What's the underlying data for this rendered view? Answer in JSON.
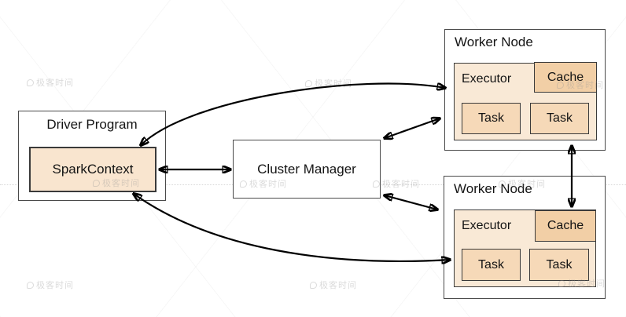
{
  "diagram": {
    "driver": {
      "label": "Driver Program",
      "spark_context": "SparkContext"
    },
    "cluster_manager": {
      "label": "Cluster Manager"
    },
    "workers": [
      {
        "label": "Worker Node",
        "executor_label": "Executor",
        "cache_label": "Cache",
        "tasks": [
          "Task",
          "Task"
        ]
      },
      {
        "label": "Worker Node",
        "executor_label": "Executor",
        "cache_label": "Cache",
        "tasks": [
          "Task",
          "Task"
        ]
      }
    ],
    "connections": [
      {
        "from": "SparkContext",
        "to": "Worker Node top / Executor",
        "style": "curved double-headed arrow"
      },
      {
        "from": "SparkContext",
        "to": "Cluster Manager",
        "style": "straight double-headed arrow"
      },
      {
        "from": "Cluster Manager",
        "to": "Worker Node top",
        "style": "diagonal double-headed arrow"
      },
      {
        "from": "Cluster Manager",
        "to": "Worker Node bottom",
        "style": "diagonal double-headed arrow"
      },
      {
        "from": "SparkContext",
        "to": "Worker Node bottom / Executor",
        "style": "curved double-headed arrow"
      },
      {
        "from": "Worker Node top",
        "to": "Worker Node bottom",
        "style": "vertical double-headed arrow"
      }
    ],
    "colors": {
      "spark_context_fill": "#f9e5cf",
      "executor_fill": "#f9e9d6",
      "cache_fill": "#f2cfa6",
      "task_fill": "#f6d9b8",
      "box_border": "#4a4a4a",
      "arrow": "#000000",
      "background": "#ffffff"
    },
    "watermark": {
      "text": "极客时间"
    }
  }
}
